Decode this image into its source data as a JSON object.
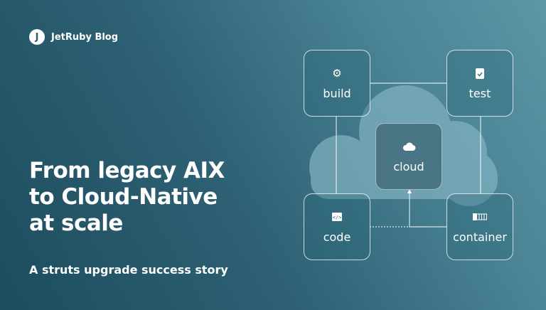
{
  "brand": {
    "name": "JetRuby Blog",
    "mark": "J"
  },
  "headline": [
    "From legacy AIX",
    "to Cloud-Native",
    "at scale"
  ],
  "subtitle": "A struts upgrade success story",
  "diagram": {
    "nodes": [
      {
        "id": "build",
        "label": "build",
        "icon": "gear-icon"
      },
      {
        "id": "test",
        "label": "test",
        "icon": "clipboard-check-icon"
      },
      {
        "id": "cloud",
        "label": "cloud",
        "icon": "cloud-icon"
      },
      {
        "id": "code",
        "label": "code",
        "icon": "code-icon"
      },
      {
        "id": "container",
        "label": "container",
        "icon": "container-icon"
      }
    ]
  },
  "colors": {
    "bg_dark": "#1d4d5e",
    "bg_light": "#5d97a6",
    "cloud": "#7fb0bf"
  }
}
